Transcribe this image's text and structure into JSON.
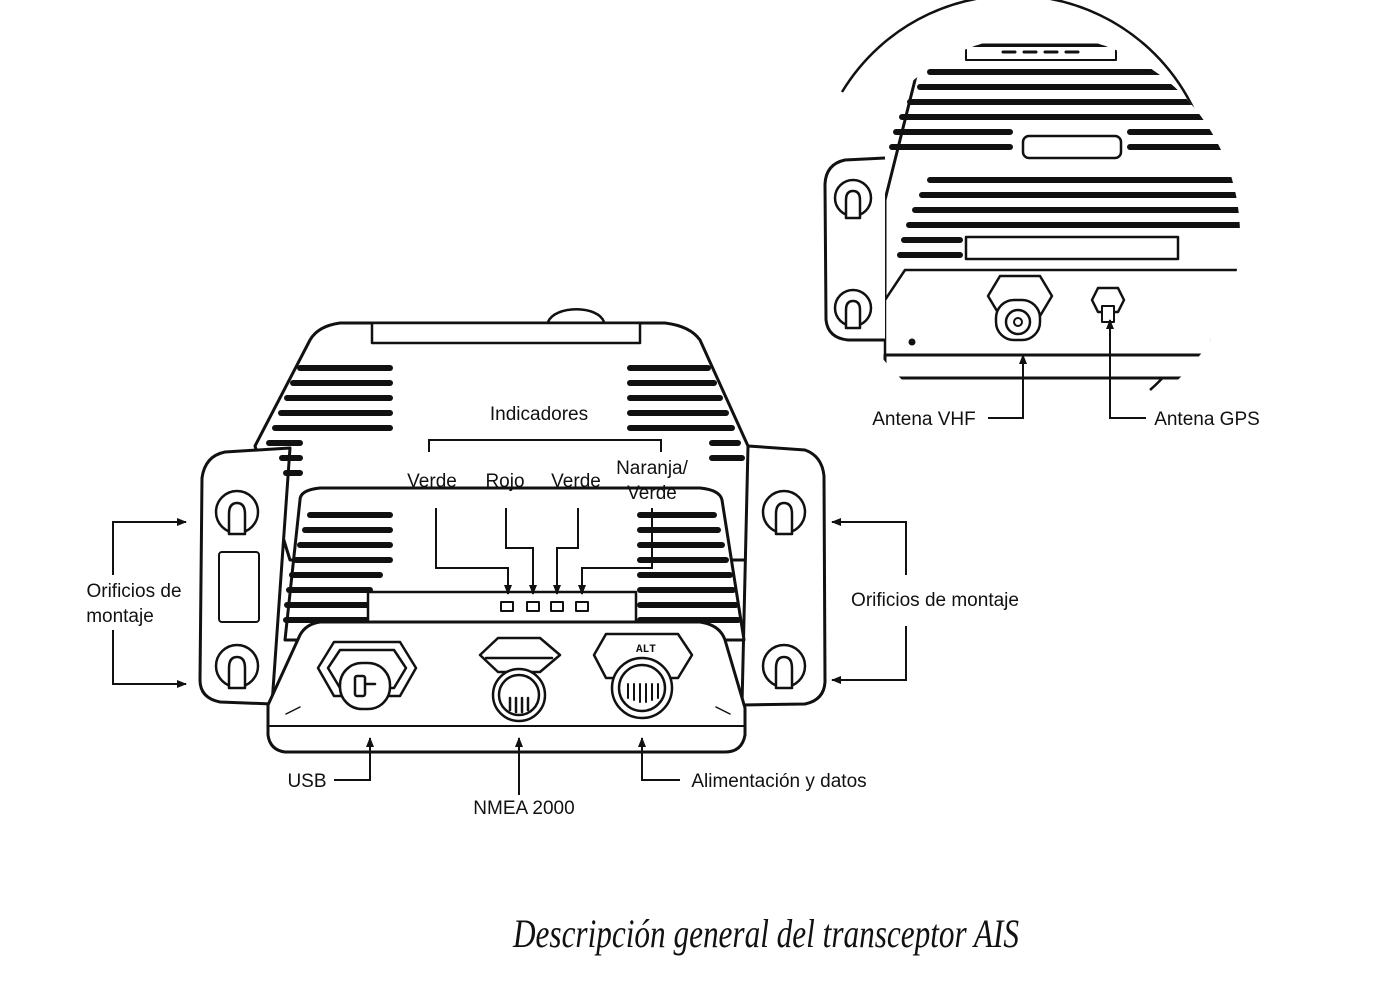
{
  "labels": {
    "indicators": "Indicadores",
    "led_1": "Verde",
    "led_2": "Rojo",
    "led_3": "Verde",
    "led_4_line1": "Naranja/",
    "led_4_line2": "Verde",
    "mount_left_line1": "Orificios de",
    "mount_left_line2": "montaje",
    "mount_right": "Orificios de montaje",
    "usb": "USB",
    "nmea": "NMEA 2000",
    "power": "Alimentación y datos",
    "vhf": "Antena VHF",
    "gps": "Antena GPS",
    "connector_mark": "ALT"
  },
  "caption": "Descripción general del transceptor AIS"
}
